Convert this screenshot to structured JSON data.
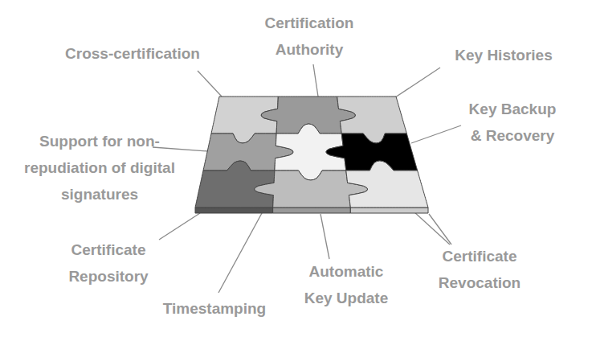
{
  "diagram": {
    "labels": [
      "Cross-certification",
      "Certification Authority",
      "Key Histories",
      "Key Backup & Recovery",
      "Support for non-repudiation of digital signatures",
      "Certificate Repository",
      "Automatic Key Update",
      "Certificate Revocation",
      "Timestamping"
    ]
  }
}
